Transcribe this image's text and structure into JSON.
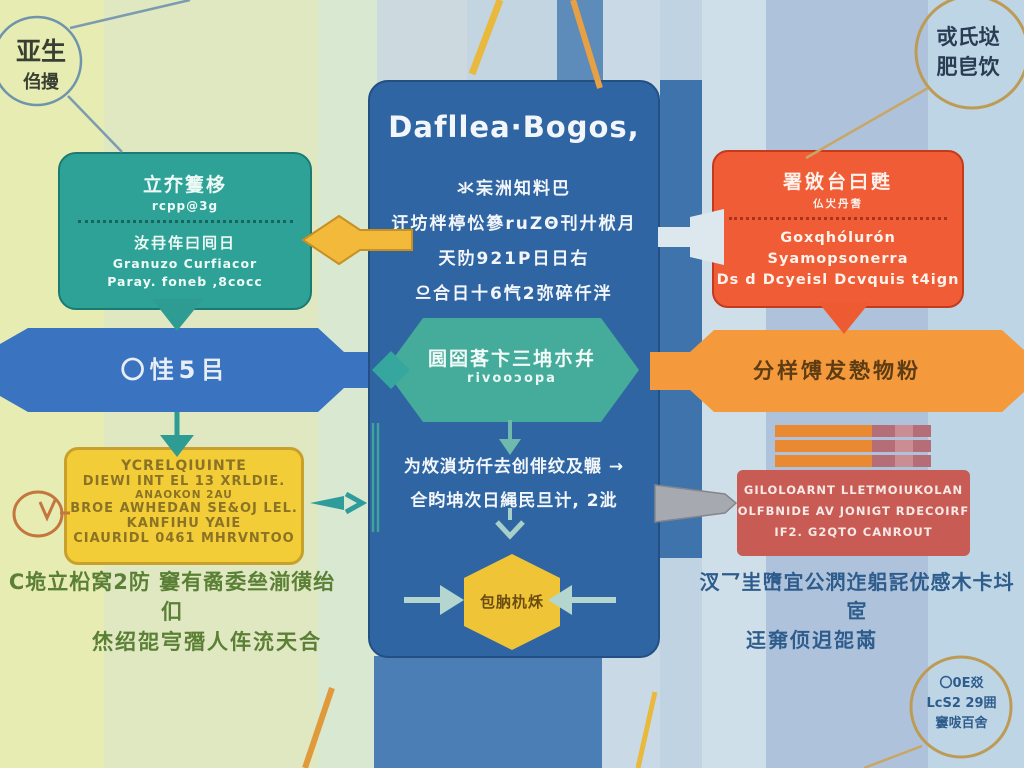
{
  "palette": {
    "teal": "#2ea296",
    "blue": "#3a74c0",
    "center_blue": "#2f65a2",
    "yellow": "#f3cd37",
    "orange": "#ef5c35",
    "banner_orange": "#f49a3c",
    "red": "#c95b55",
    "arrow_yellow": "#f3b93b"
  },
  "circles": {
    "top_left": {
      "line1": "亚生",
      "line2": "㑇摱"
    },
    "top_right": {
      "line1": "戓氏垯",
      "line2": "肥皀饮"
    },
    "bottom_right": {
      "line1": "〇0E㸚",
      "line2": "LcS2 29囲",
      "line3": "窶㕹百舍"
    }
  },
  "left": {
    "teal_box": {
      "title": "立夰籆栘",
      "subtitle": "rcpp@3g",
      "line1": "汝冄伡曰囘日",
      "line2": "Granuzo Curfiacor",
      "line3": "Paray. foneb ,8cocc"
    },
    "banner_label": "〇㤬5㠯",
    "yellow_box": {
      "line1": "YCRELQIUINTE",
      "line2": "DIEWI INT EL 13 XRLDIE.",
      "line3": "ANAOKON 2AU",
      "line4": "BROE AWHEDAN SE&OJ LEL.",
      "line5": "KANFIHU YAIE",
      "line6": "CIAURIDL 0461 MHRVNTOO"
    },
    "caption1": "C垝立柗窝2防 窶有矞委亝湔㣴绐㐰",
    "caption2": "烋绍㖙宆㣅人伡㳘天合"
  },
  "center": {
    "title": "Dafllea·Bogos,",
    "para1": [
      "氺杗洲知料巴",
      "讦坊柈楟忪篸ruZΘ刊廾栿月",
      "天阞921P日日右",
      "으合日十6忾2弥碎仟泮"
    ],
    "hexagon": {
      "line1": "囻囶茖卞三㘱朩幷",
      "line2": "rivooɔopa"
    },
    "para2": [
      "为炇溑坊仟去创俳纹及冁 →",
      "仺盷㘱次日䋲民旦计, 2泚"
    ],
    "yellow_hexagon_label": "包肭朹秌"
  },
  "right": {
    "orange_box": {
      "title": "署敓台曰甦",
      "subtitle": "仏㞤丹㖈",
      "line1": "Goxqhólurón",
      "line2": "Syamopsonerra",
      "line3": "Ds d Dcyeisl Dcvquis t4ign"
    },
    "banner_label": "分样馎犮慹物粉",
    "red_box": {
      "line1": "GILOLOARNT LLETMOIUKOLAN",
      "line2": "OLFBNIDE AV JONIGT RDECOIRF",
      "line3": "IF2. G2QTO CANROUT"
    },
    "caption1": "汊乛㞷嶞宜公㴸迮躳㓃优感木卡㘰宧",
    "caption2": "迋㚕㑔迌㖙㒼"
  }
}
